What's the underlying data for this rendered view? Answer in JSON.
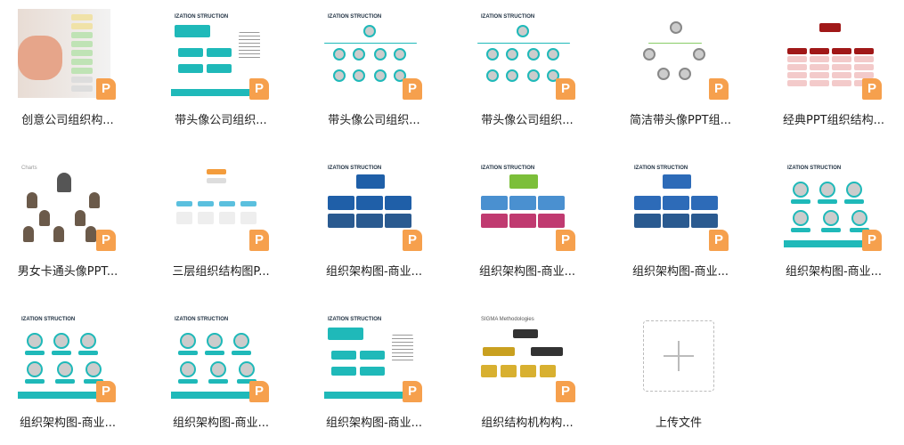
{
  "files": [
    {
      "name": "创意公司组织构...",
      "style": "hand"
    },
    {
      "name": "带头像公司组织...",
      "style": "teal-boxes"
    },
    {
      "name": "带头像公司组织...",
      "style": "teal-photos"
    },
    {
      "name": "带头像公司组织...",
      "style": "teal-photos2"
    },
    {
      "name": "简洁带头像PPT组...",
      "style": "simple"
    },
    {
      "name": "经典PPT组织结构...",
      "style": "red"
    },
    {
      "name": "男女卡通头像PPT...",
      "style": "cartoon"
    },
    {
      "name": "三层组织结构图P...",
      "style": "three"
    },
    {
      "name": "组织架构图-商业...",
      "style": "blue"
    },
    {
      "name": "组织架构图-商业...",
      "style": "green"
    },
    {
      "name": "组织架构图-商业...",
      "style": "bluegreen"
    },
    {
      "name": "组织架构图-商业...",
      "style": "teal-circles"
    },
    {
      "name": "组织架构图-商业...",
      "style": "teal-circles"
    },
    {
      "name": "组织架构图-商业...",
      "style": "teal-circles"
    },
    {
      "name": "组织架构图-商业...",
      "style": "teal-boxes"
    },
    {
      "name": "组织结构机构构...",
      "style": "gold"
    }
  ],
  "thumb_title": "IZATION STRUCTION",
  "badge_letter": "P",
  "upload_label": "上传文件",
  "colors": {
    "badge": "#f6a04d",
    "teal": "#1fb9b9"
  }
}
